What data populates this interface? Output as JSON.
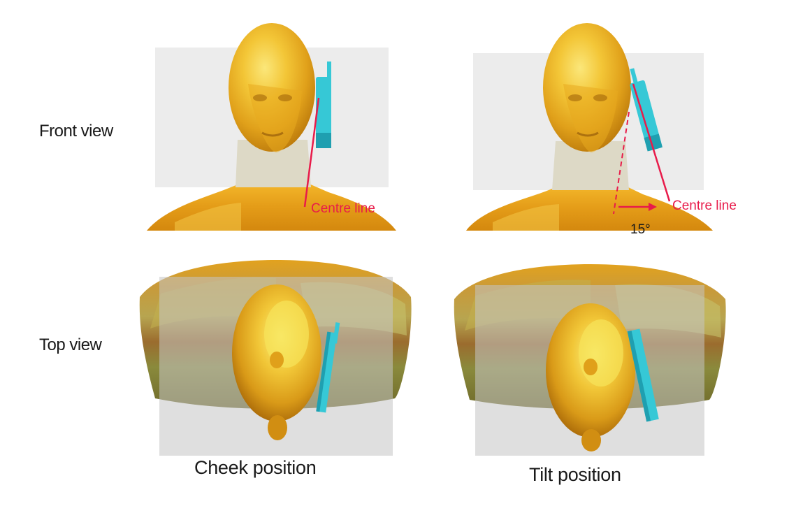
{
  "row_labels": {
    "front": "Front view",
    "top": "Top view"
  },
  "column_labels": {
    "cheek": "Cheek position",
    "tilt": "Tilt position"
  },
  "annotations": {
    "centre_line_left": "Centre line",
    "centre_line_right": "Centre line",
    "tilt_angle": "15°"
  },
  "colors": {
    "head_highlight": "#f6d84a",
    "head_mid": "#e6ad1c",
    "head_dark": "#b8760a",
    "shoulder_green": "#a8a24a",
    "shoulder_brown": "#9a6a2e",
    "phone": "#36c8d6",
    "phone_dark": "#1f9fb0",
    "centre_line": "#e81b4a",
    "panel_bg_front": "#ececec",
    "panel_bg_top": "#c4c4c4",
    "neck": "#ddd9c6"
  },
  "icons": [
    "head-model",
    "mobile-phone"
  ]
}
